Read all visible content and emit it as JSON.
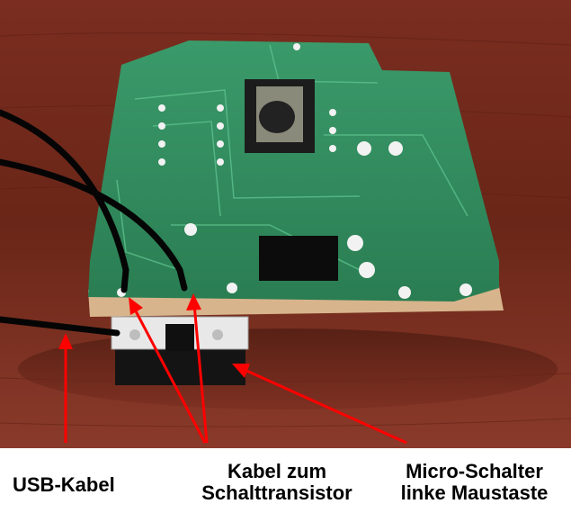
{
  "colors": {
    "arrow": "#ff0000",
    "pcb": "#2f8f5a",
    "background_wood": "#6b2a1e"
  },
  "annotations": [
    {
      "id": "usb",
      "lines": [
        "USB-Kabel"
      ]
    },
    {
      "id": "kabel",
      "lines": [
        "Kabel zum",
        "Schalttransistor"
      ]
    },
    {
      "id": "micro",
      "lines": [
        "Micro-Schalter",
        "linke Maustaste"
      ]
    }
  ]
}
